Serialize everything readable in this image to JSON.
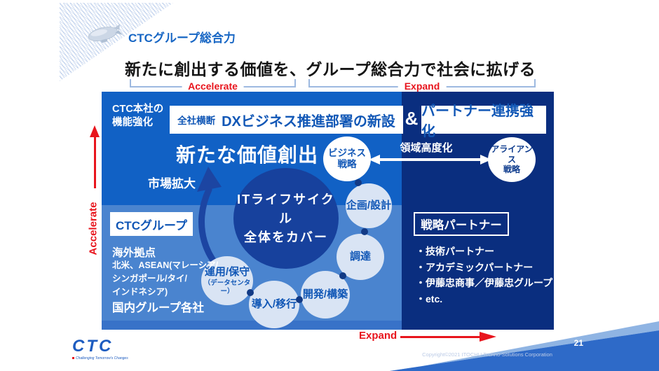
{
  "colors": {
    "top_blue": "#1161c5",
    "bottom_blue": "#4a84cf",
    "panel_navy": "#0a2e7f",
    "strip_blue": "#3872c8",
    "circle_navy": "#17419d",
    "circle_light": "#d9e4f4",
    "arrow_navy": "#1c45a2",
    "dot_navy": "#123a85",
    "text_blue": "#1157b6",
    "accent_red": "#e8151d",
    "kicker_blue": "#1766c4",
    "bracket_blue": "#9db9e0",
    "band_blue": "#2e6ac8",
    "band_light": "#8fb4e3",
    "logo_blue": "#1d5cc0"
  },
  "header": {
    "kicker": "CTCグループ総合力",
    "title": "新たに創出する価値を、グループ総合力で社会に拡げる",
    "bracket_accelerate": "Accelerate",
    "bracket_expand": "Expand"
  },
  "axes": {
    "left_label": "Accelerate",
    "bottom_label": "Expand"
  },
  "diagram": {
    "hq_line1": "CTC本社の",
    "hq_line2": "機能強化",
    "dx_badge": "全社横断",
    "dx_title": "DXビジネス推進部署の新設",
    "ampersand": "&",
    "partner_strengthen": "パートナー連携強化",
    "new_value": "新たな価値創出",
    "market_expand": "市場拡大",
    "business_line1": "ビジネス",
    "business_line2": "戦略",
    "domain_upgrade": "領域高度化",
    "alliance_line1": "アライアンス",
    "alliance_line2": "戦略",
    "center_line1": "ITライフサイクル",
    "center_line2": "全体をカバー",
    "cycle": [
      {
        "label": "企画/設計"
      },
      {
        "label": "調達"
      },
      {
        "label": "開発/構築"
      },
      {
        "label": "導入/移行"
      },
      {
        "label": "運用/保守",
        "sub": "（データセンター）"
      }
    ],
    "group": {
      "box": "CTCグループ",
      "overseas_title": "海外拠点",
      "overseas_line1": "北米、ASEAN(マレーシア/",
      "overseas_line2": "シンガポール/タイ/",
      "overseas_line3": "インドネシア)",
      "domestic": "国内グループ各社"
    },
    "partner": {
      "box": "戦略パートナー",
      "items": [
        "・技術パートナー",
        "・アカデミックパートナー",
        "・伊藤忠商事／伊藤忠グループ",
        "・etc."
      ]
    }
  },
  "footer": {
    "page_number": "21",
    "copyright": "Copyright©2021 ITOCHU Techno-Solutions Corporation",
    "logo_text": "CTC",
    "logo_tagline": "Challenging Tomorrow's Changes"
  }
}
